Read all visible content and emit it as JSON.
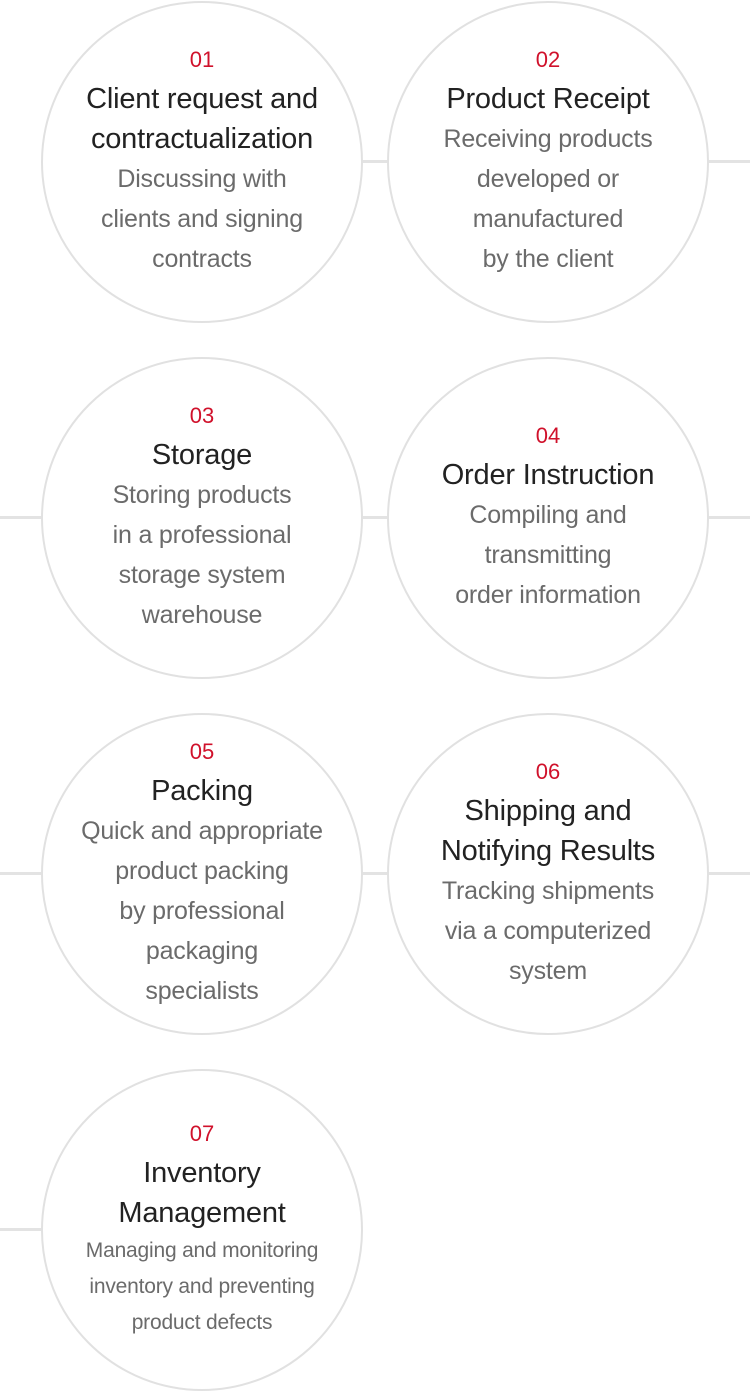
{
  "colors": {
    "accent": "#d0112b",
    "title": "#222222",
    "description": "#6b6b6b",
    "line": "#e3e3e3"
  },
  "steps": [
    {
      "number": "01",
      "title": "Client request and\ncontractualization",
      "description": "Discussing with\nclients and signing\ncontracts"
    },
    {
      "number": "02",
      "title": "Product Receipt",
      "description": "Receiving products\ndeveloped or\nmanufactured\nby the client"
    },
    {
      "number": "03",
      "title": "Storage",
      "description": "Storing products\nin a professional\nstorage system\nwarehouse"
    },
    {
      "number": "04",
      "title": "Order Instruction",
      "description": "Compiling and\ntransmitting\norder information"
    },
    {
      "number": "05",
      "title": "Packing",
      "description": "Quick and appropriate\nproduct packing\nby professional\npackaging\nspecialists"
    },
    {
      "number": "06",
      "title": "Shipping and\nNotifying Results",
      "description": "Tracking shipments\nvia a computerized\nsystem"
    },
    {
      "number": "07",
      "title": "Inventory\nManagement",
      "description": "Managing and monitoring\ninventory and preventing\nproduct defects"
    }
  ]
}
